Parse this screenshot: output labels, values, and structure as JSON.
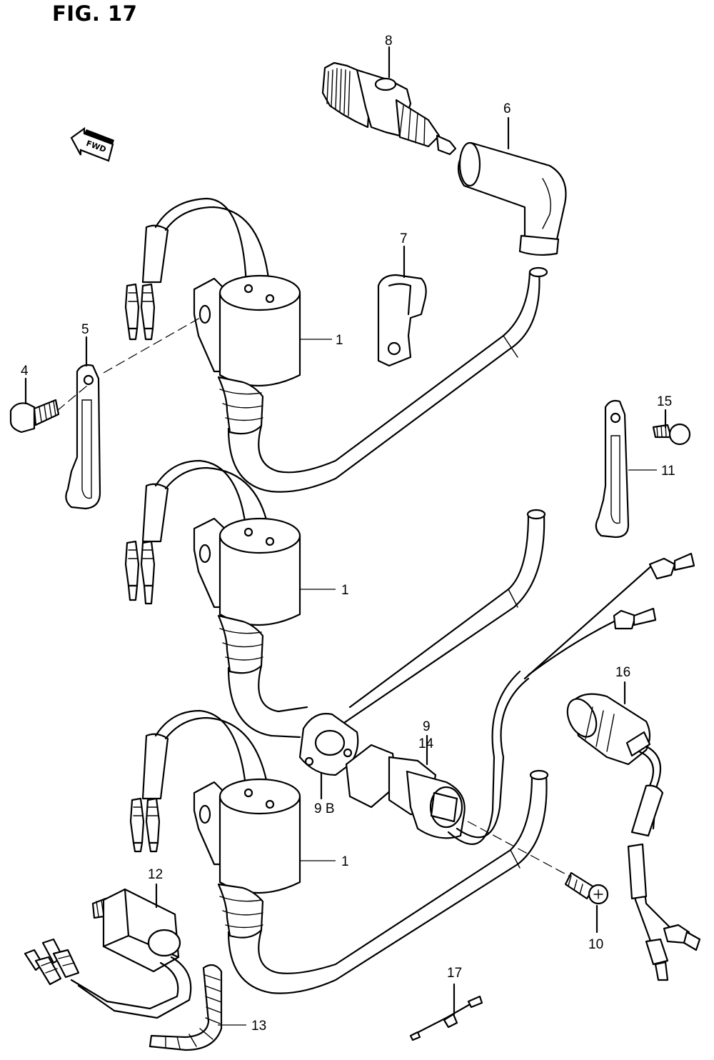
{
  "figure": {
    "title": "FIG. 17"
  },
  "direction_indicator": {
    "label": "FWD"
  },
  "callouts": {
    "c1a": "1",
    "c1b": "1",
    "c1c": "1",
    "c4": "4",
    "c5": "5",
    "c6": "6",
    "c7": "7",
    "c8": "8",
    "c9": "9",
    "c9b": "9 B",
    "c10": "10",
    "c11": "11",
    "c12": "12",
    "c13": "13",
    "c14": "14",
    "c15": "15",
    "c16": "16",
    "c17": "17"
  },
  "parts": [
    {
      "ref": "1",
      "name": "ignition-coil"
    },
    {
      "ref": "4",
      "name": "bolt"
    },
    {
      "ref": "5",
      "name": "strap"
    },
    {
      "ref": "6",
      "name": "spark-plug-cap"
    },
    {
      "ref": "7",
      "name": "clamp"
    },
    {
      "ref": "8",
      "name": "spark-plug"
    },
    {
      "ref": "9",
      "name": "sensor"
    },
    {
      "ref": "10",
      "name": "screw"
    },
    {
      "ref": "11",
      "name": "strap"
    },
    {
      "ref": "12",
      "name": "switch"
    },
    {
      "ref": "13",
      "name": "spiral-tube"
    },
    {
      "ref": "14",
      "name": "sensor-body"
    },
    {
      "ref": "15",
      "name": "screw"
    },
    {
      "ref": "16",
      "name": "switch"
    },
    {
      "ref": "17",
      "name": "wire"
    }
  ]
}
